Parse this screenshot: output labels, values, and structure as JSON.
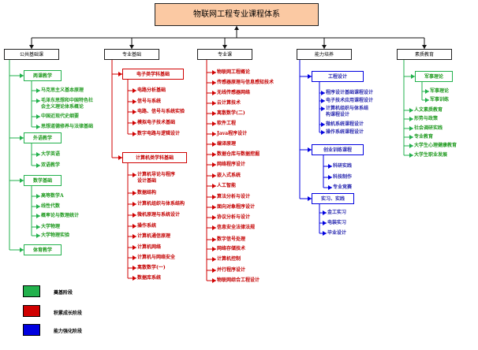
{
  "title": "物联网工程专业课程体系",
  "colors": {
    "green": "#22b14c",
    "red": "#d00000",
    "blue": "#0000e0",
    "title_bg": "#fbc9a3"
  },
  "columns": [
    {
      "name": "公共基础课",
      "groups": [
        {
          "name": "两课教学",
          "items": [
            "马克思主义基本原理",
            "毛泽东思想和中国特色社会主义理论体系概论",
            "中国近现代史纲要",
            "思想道德修养与法律基础"
          ]
        },
        {
          "name": "外语教学",
          "items": [
            "大学英语",
            "双语教学"
          ]
        },
        {
          "name": "数学基础",
          "items": [
            "高等数学A",
            "线性代数",
            "概率论与数理统计",
            "大学物理",
            "大学物理实验"
          ]
        },
        {
          "name": "体育教学",
          "items": []
        }
      ]
    },
    {
      "name": "专业基础",
      "groups": [
        {
          "name": "电子类学科基础",
          "items": [
            "电路分析基础",
            "信号与系统",
            "电路、信号与系统实验",
            "模拟电子技术基础",
            "数字电路与逻辑设计"
          ]
        },
        {
          "name": "计算机类学科基础",
          "items": [
            "计算机导论与程序设计基础",
            "数据结构",
            "计算机组织与体系结构",
            "微机原理与系统设计",
            "操作系统",
            "计算机通信原理",
            "计算机网络",
            "计算机与网络安全",
            "离散数学(一)",
            "数据库系统"
          ]
        }
      ]
    },
    {
      "name": "专业课",
      "items": [
        "物联网工程概论",
        "传感器原理与信息感知技术",
        "无线传感器网络",
        "云计算技术",
        "离散数学(二)",
        "软件工程",
        "Java程序设计",
        "编译原理",
        "数据仓库与数据挖掘",
        "网络程序设计",
        "嵌入式系统",
        "人工智能",
        "算法分析与设计",
        "面向对象程序设计",
        "协议分析与设计",
        "信息安全法律法规",
        "数字信号处理",
        "网络存储技术",
        "计算机控制",
        "并行程序设计",
        "物联网综合工程设计"
      ]
    },
    {
      "name": "能力培养",
      "groups": [
        {
          "name": "工程设计",
          "items": [
            "程序设计基础课程设计",
            "电子技术应用课程设计",
            "计算机组织与体系结构课程设计",
            "微机系统课程设计",
            "操作系统课程设计"
          ]
        },
        {
          "name": "创业训练课程",
          "items": [
            "科研实践",
            "科技制作",
            "专业竞赛"
          ]
        },
        {
          "name": "实习、实践",
          "items": [
            "金工实习",
            "电装实习",
            "毕业设计"
          ]
        }
      ]
    },
    {
      "name": "素质教育",
      "groups": [
        {
          "name": "军事理论",
          "items": [
            "军事理论",
            "军事训练"
          ]
        }
      ],
      "items": [
        "人文素质教育",
        "形势与政策",
        "社会调研实践",
        "专业教育",
        "大学生心理健康教育",
        "大学生职业发展"
      ]
    }
  ],
  "legend": [
    {
      "label": "奠基阶段",
      "color": "#22b14c"
    },
    {
      "label": "积累成长阶段",
      "color": "#d00000"
    },
    {
      "label": "能力强化阶段",
      "color": "#0000e0"
    }
  ]
}
